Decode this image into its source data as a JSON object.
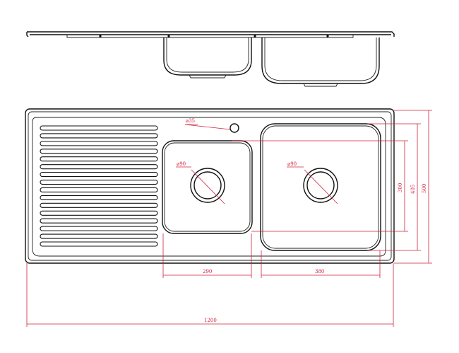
{
  "drawing": {
    "dimensions": {
      "tap_hole": "⌀35",
      "waste_left": "⌀90",
      "waste_right": "⌀90",
      "small_bowl_width": "290",
      "large_bowl_width": "380",
      "bowl_depth": "300",
      "inner_depth": "405",
      "overall_depth": "500",
      "overall_length": "1200"
    },
    "drainer_slot_count": 16,
    "colors": {
      "outline": "#111111",
      "dimension": "#d0203a",
      "background": "#ffffff"
    }
  }
}
